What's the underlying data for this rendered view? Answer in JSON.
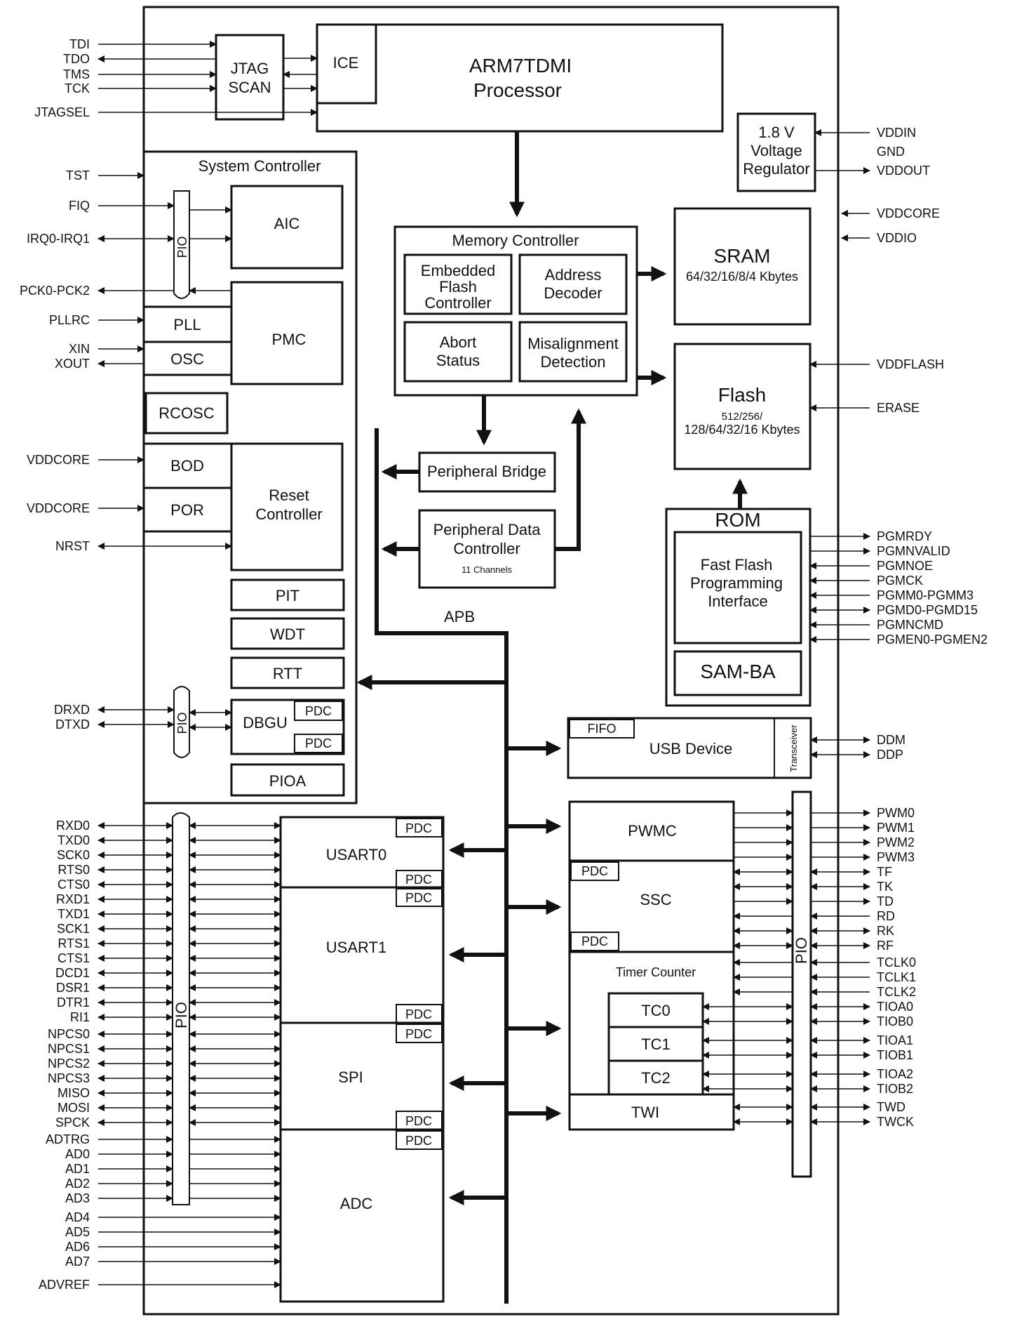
{
  "colors": {
    "line": "#111111",
    "background": "#ffffff"
  },
  "core": {
    "jtag": [
      "JTAG",
      "SCAN"
    ],
    "ice": "ICE",
    "processor": [
      "ARM7TDMI",
      "Processor"
    ],
    "regulator": [
      "1.8 V",
      "Voltage",
      "Regulator"
    ]
  },
  "system_controller": {
    "title": "System Controller",
    "aic": "AIC",
    "pio": "PIO",
    "pmc": "PMC",
    "pll": "PLL",
    "osc": "OSC",
    "rcosc": "RCOSC",
    "bod": "BOD",
    "por": "POR",
    "reset": [
      "Reset",
      "Controller"
    ],
    "pit": "PIT",
    "wdt": "WDT",
    "rtt": "RTT",
    "dbgu": "DBGU",
    "pdc": "PDC",
    "pioa": "PIOA"
  },
  "memory": {
    "controller": "Memory Controller",
    "flash_ctrl": [
      "Embedded",
      "Flash",
      "Controller"
    ],
    "addr_decoder": [
      "Address",
      "Decoder"
    ],
    "abort": [
      "Abort",
      "Status"
    ],
    "misalign": [
      "Misalignment",
      "Detection"
    ],
    "sram": "SRAM",
    "sram_size": "64/32/16/8/4 Kbytes",
    "flash": "Flash",
    "flash_size": [
      "512/256/",
      "128/64/32/16 Kbytes"
    ],
    "rom": "ROM",
    "ffpi": [
      "Fast Flash",
      "Programming",
      "Interface"
    ],
    "samba": "SAM-BA"
  },
  "bus": {
    "bridge": "Peripheral Bridge",
    "pdc": [
      "Peripheral Data",
      "Controller"
    ],
    "pdc_channels": "11 Channels",
    "apb": "APB"
  },
  "peripherals": {
    "usb": "USB Device",
    "fifo": "FIFO",
    "transceiver": "Transceiver",
    "usart0": "USART0",
    "usart1": "USART1",
    "spi": "SPI",
    "adc": "ADC",
    "pdc": "PDC",
    "pwmc": "PWMC",
    "ssc": "SSC",
    "tc": "Timer Counter",
    "tc0": "TC0",
    "tc1": "TC1",
    "tc2": "TC2",
    "twi": "TWI",
    "pio": "PIO"
  },
  "signals_left": {
    "jtag": [
      "TDI",
      "TDO",
      "TMS",
      "TCK",
      "JTAGSEL"
    ],
    "syscon": [
      "TST",
      "FIQ",
      "IRQ0-IRQ1",
      "PCK0-PCK2",
      "PLLRC",
      "XIN",
      "XOUT",
      "VDDCORE",
      "VDDCORE",
      "NRST",
      "DRXD",
      "DTXD"
    ],
    "periph": [
      "RXD0",
      "TXD0",
      "SCK0",
      "RTS0",
      "CTS0",
      "RXD1",
      "TXD1",
      "SCK1",
      "RTS1",
      "CTS1",
      "DCD1",
      "DSR1",
      "DTR1",
      "RI1",
      "NPCS0",
      "NPCS1",
      "NPCS2",
      "NPCS3",
      "MISO",
      "MOSI",
      "SPCK",
      "ADTRG",
      "AD0",
      "AD1",
      "AD2",
      "AD3",
      "AD4",
      "AD5",
      "AD6",
      "AD7",
      "ADVREF"
    ]
  },
  "signals_right": {
    "power": [
      "VDDIN",
      "GND",
      "VDDOUT",
      "VDDCORE",
      "VDDIO",
      "VDDFLASH",
      "ERASE"
    ],
    "ffpi": [
      "PGMRDY",
      "PGMNVALID",
      "PGMNOE",
      "PGMCK",
      "PGMM0-PGMM3",
      "PGMD0-PGMD15",
      "PGMNCMD",
      "PGMEN0-PGMEN2"
    ],
    "usb": [
      "DDM",
      "DDP"
    ],
    "periph": [
      "PWM0",
      "PWM1",
      "PWM2",
      "PWM3",
      "TF",
      "TK",
      "TD",
      "RD",
      "RK",
      "RF",
      "TCLK0",
      "TCLK1",
      "TCLK2",
      "TIOA0",
      "TIOB0",
      "TIOA1",
      "TIOB1",
      "TIOA2",
      "TIOB2",
      "TWD",
      "TWCK"
    ]
  }
}
